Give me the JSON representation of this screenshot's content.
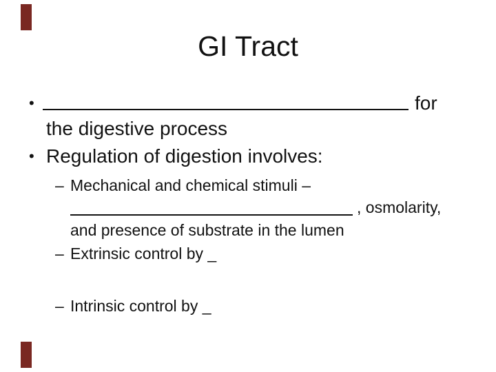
{
  "slide": {
    "title": "GI Tract",
    "accent_color": "#7a2822",
    "glyphs": {
      "bullet": "•",
      "dash": "–"
    },
    "bullet1": {
      "after_blank": "for",
      "line2": "the digestive process"
    },
    "bullet2": {
      "text": "Regulation of digestion involves:"
    },
    "sub1": {
      "line1": "Mechanical and chemical stimuli –",
      "line2_after_blank": ", osmolarity,",
      "line3": "and presence of substrate in the lumen"
    },
    "sub2": {
      "text": "Extrinsic control by _"
    },
    "sub3": {
      "text": "Intrinsic control by _"
    }
  }
}
